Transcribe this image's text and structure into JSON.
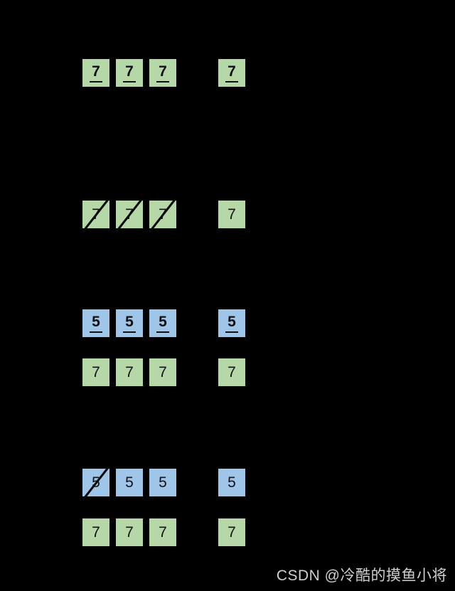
{
  "watermark": {
    "text": "CSDN @冷酷的摸鱼小将",
    "color": "#cfcfcf"
  },
  "colors": {
    "green": "#b6d7a8",
    "blue": "#9fc5e8",
    "digit": "#111111",
    "background": "#000000"
  },
  "diagram": {
    "rows": [
      {
        "id": "row-1-green-underlined-7s",
        "color": "green",
        "cells": [
          {
            "value": "7",
            "underline": true,
            "slashed": false
          },
          {
            "value": "7",
            "underline": true,
            "slashed": false
          },
          {
            "value": "7",
            "underline": true,
            "slashed": false
          },
          {
            "value": "7",
            "underline": true,
            "slashed": false
          }
        ]
      },
      {
        "id": "row-2-green-slashed-7s",
        "color": "green",
        "cells": [
          {
            "value": "7",
            "underline": false,
            "slashed": true
          },
          {
            "value": "7",
            "underline": false,
            "slashed": true
          },
          {
            "value": "7",
            "underline": false,
            "slashed": true
          },
          {
            "value": "7",
            "underline": false,
            "slashed": false
          }
        ]
      },
      {
        "id": "row-3-blue-underlined-5s",
        "color": "blue",
        "cells": [
          {
            "value": "5",
            "underline": true,
            "slashed": false
          },
          {
            "value": "5",
            "underline": true,
            "slashed": false
          },
          {
            "value": "5",
            "underline": true,
            "slashed": false
          },
          {
            "value": "5",
            "underline": true,
            "slashed": false
          }
        ]
      },
      {
        "id": "row-4-green-7s",
        "color": "green",
        "cells": [
          {
            "value": "7",
            "underline": false,
            "slashed": false
          },
          {
            "value": "7",
            "underline": false,
            "slashed": false
          },
          {
            "value": "7",
            "underline": false,
            "slashed": false
          },
          {
            "value": "7",
            "underline": false,
            "slashed": false
          }
        ]
      },
      {
        "id": "row-5-blue-5s-first-slashed",
        "color": "blue",
        "cells": [
          {
            "value": "5",
            "underline": false,
            "slashed": true
          },
          {
            "value": "5",
            "underline": false,
            "slashed": false
          },
          {
            "value": "5",
            "underline": false,
            "slashed": false
          },
          {
            "value": "5",
            "underline": false,
            "slashed": false
          }
        ]
      },
      {
        "id": "row-6-green-7s",
        "color": "green",
        "cells": [
          {
            "value": "7",
            "underline": false,
            "slashed": false
          },
          {
            "value": "7",
            "underline": false,
            "slashed": false
          },
          {
            "value": "7",
            "underline": false,
            "slashed": false
          },
          {
            "value": "7",
            "underline": false,
            "slashed": false
          }
        ]
      }
    ]
  }
}
